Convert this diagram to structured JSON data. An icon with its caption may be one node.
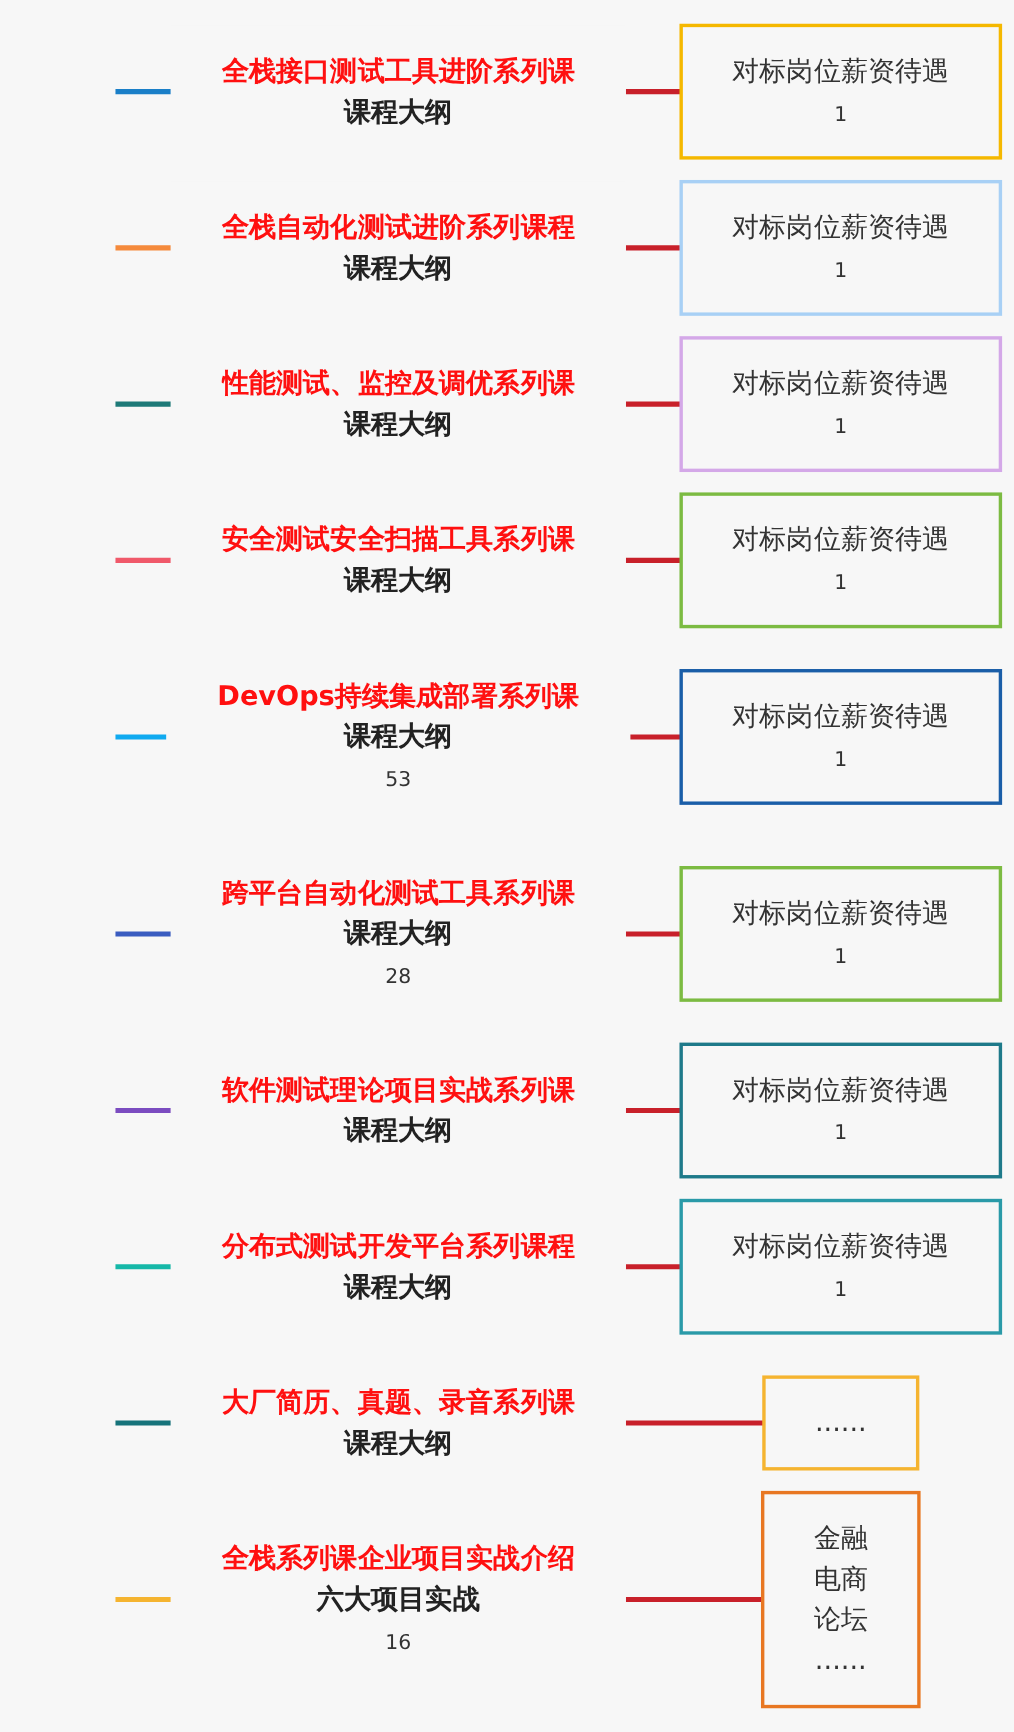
{
  "diagram": {
    "nodes": [
      {
        "text": [
          "全栈接口测试工具进阶系列课",
          "课程大纲"
        ]
      },
      {
        "text": [
          "对标岗位薪资待遇",
          "1"
        ]
      },
      {
        "text": [
          "全栈自动化测试进阶系列课程",
          "课程大纲"
        ]
      },
      {
        "text": [
          "对标岗位薪资待遇",
          "1"
        ]
      },
      {
        "text": [
          "性能测试、监控及调优系列课",
          "课程大纲"
        ]
      },
      {
        "text": [
          "对标岗位薪资待遇",
          "1"
        ]
      },
      {
        "text": [
          "安全测试安全扫描工具系列课",
          "课程大纲"
        ]
      },
      {
        "text": [
          "对标岗位薪资待遇",
          "1"
        ]
      },
      {
        "text": [
          "DevOps持续集成部署系列课",
          "课程大纲",
          "53"
        ]
      },
      {
        "text": [
          "对标岗位薪资待遇",
          "1"
        ]
      },
      {
        "text": [
          "跨平台自动化测试工具系列课",
          "课程大纲",
          "28"
        ]
      },
      {
        "text": [
          "对标岗位薪资待遇",
          "1"
        ]
      },
      {
        "text": [
          "软件测试理论项目实战系列课",
          "课程大纲"
        ]
      },
      {
        "text": [
          "对标岗位薪资待遇",
          "1"
        ]
      },
      {
        "text": [
          "分布式测试开发平台系列课程",
          "课程大纲"
        ]
      },
      {
        "text": [
          "对标岗位薪资待遇",
          "1"
        ]
      },
      {
        "text": [
          "大厂简历、真题、录音系列课",
          "课程大纲"
        ]
      },
      {
        "text": [
          "......"
        ]
      },
      {
        "text": [
          "全栈系列课企业项目实战介绍",
          "六大项目实战",
          "16"
        ]
      },
      {
        "text": [
          "金融",
          "电商",
          "论坛",
          "......"
        ]
      }
    ],
    "edges": [
      {
        "from": null,
        "to": 0,
        "arrow": "none",
        "color": "#1a7fc8"
      },
      {
        "from": 0,
        "to": 1,
        "arrow": "none",
        "color": "#c8202a"
      },
      {
        "from": null,
        "to": 2,
        "arrow": "none",
        "color": "#f58a3c"
      },
      {
        "from": 2,
        "to": 3,
        "arrow": "none",
        "color": "#c8202a"
      },
      {
        "from": null,
        "to": 4,
        "arrow": "none",
        "color": "#1e7a78"
      },
      {
        "from": 4,
        "to": 5,
        "arrow": "none",
        "color": "#c8202a"
      },
      {
        "from": null,
        "to": 6,
        "arrow": "none",
        "color": "#f0596a"
      },
      {
        "from": 6,
        "to": 7,
        "arrow": "none",
        "color": "#c8202a"
      },
      {
        "from": null,
        "to": 8,
        "arrow": "none",
        "color": "#10aaf0"
      },
      {
        "from": 8,
        "to": 9,
        "arrow": "none",
        "color": "#c8202a"
      },
      {
        "from": null,
        "to": 10,
        "arrow": "none",
        "color": "#3a5cc0"
      },
      {
        "from": 10,
        "to": 11,
        "arrow": "none",
        "color": "#c8202a"
      },
      {
        "from": null,
        "to": 12,
        "arrow": "none",
        "color": "#7b4cc0"
      },
      {
        "from": 12,
        "to": 13,
        "arrow": "none",
        "color": "#c8202a"
      },
      {
        "from": null,
        "to": 14,
        "arrow": "none",
        "color": "#16b8a8"
      },
      {
        "from": 14,
        "to": 15,
        "arrow": "none",
        "color": "#c8202a"
      },
      {
        "from": null,
        "to": 16,
        "arrow": "none",
        "color": "#16737a"
      },
      {
        "from": 16,
        "to": 17,
        "arrow": "none",
        "color": "#c8202a"
      },
      {
        "from": null,
        "to": 18,
        "arrow": "none",
        "color": "#f5b430"
      },
      {
        "from": 18,
        "to": 19,
        "arrow": "none",
        "color": "#c8202a"
      }
    ]
  }
}
